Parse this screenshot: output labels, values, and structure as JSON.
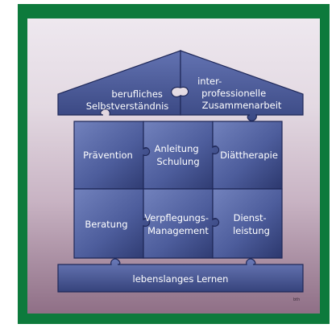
{
  "diagram": {
    "roof": {
      "left_label": [
        "berufliches",
        "Selbstverständnis"
      ],
      "right_label": [
        "inter-",
        "professionelle",
        "Zusammenarbeit"
      ]
    },
    "row1": {
      "left": [
        "Prävention"
      ],
      "middle": [
        "Anleitung",
        "Schulung"
      ],
      "right": [
        "Diättherapie"
      ]
    },
    "row2": {
      "left": [
        "Beratung"
      ],
      "middle": [
        "Verpflegungs-",
        "Management"
      ],
      "right": [
        "Dienst-",
        "leistung"
      ]
    },
    "base": {
      "label": [
        "lebenslanges Lernen"
      ]
    },
    "signature": "bth"
  },
  "colors": {
    "frame": "#0d7a3c",
    "tile_light": "#6476b0",
    "tile_mid": "#4a5a98",
    "tile_dark": "#2f3c74",
    "label": "#ffffff"
  }
}
